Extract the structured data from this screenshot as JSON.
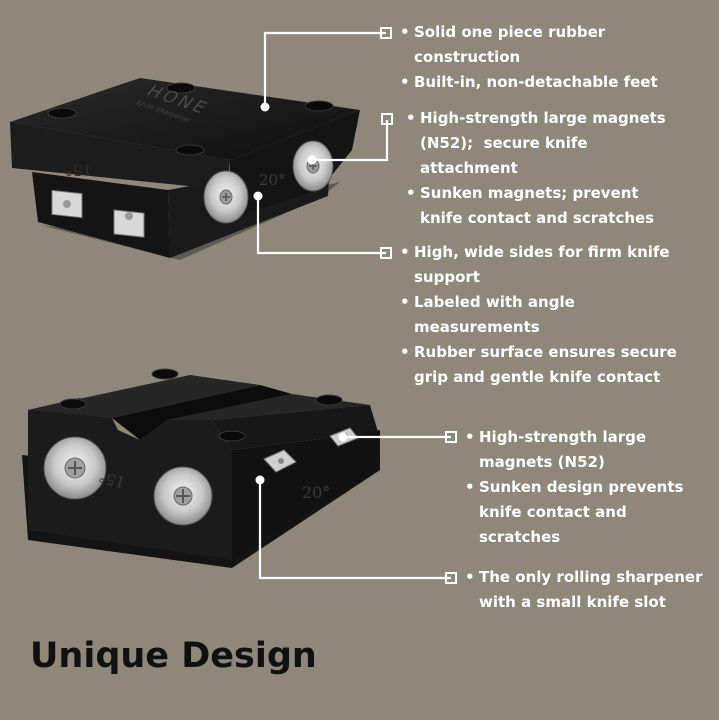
{
  "product1": {
    "brand": "HONE",
    "sub": "Knife Sharpener",
    "angle_a": "15°",
    "angle_b": "20°"
  },
  "product2": {
    "angle_a": "15°",
    "angle_b": "20°"
  },
  "callouts": [
    [
      "Solid one piece rubber construction",
      "Built-in, non-detachable feet"
    ],
    [
      "High-strength large magnets (N52);  secure knife attachment",
      "Sunken magnets; prevent knife contact and scratches"
    ],
    [
      "High, wide sides for firm knife support",
      "Labeled with angle measurements",
      "Rubber surface ensures secure grip and gentle knife contact"
    ],
    [
      "High-strength large magnets (N52)",
      "Sunken design prevents knife contact and scratches"
    ],
    [
      "The only rolling sharpener with a small knife slot"
    ]
  ],
  "title": "Unique Design",
  "colors": {
    "background": "#8f887a",
    "callout_text": "#ffffff",
    "leader_line": "#ffffff",
    "title": "#111111",
    "rubber": "#151515"
  }
}
